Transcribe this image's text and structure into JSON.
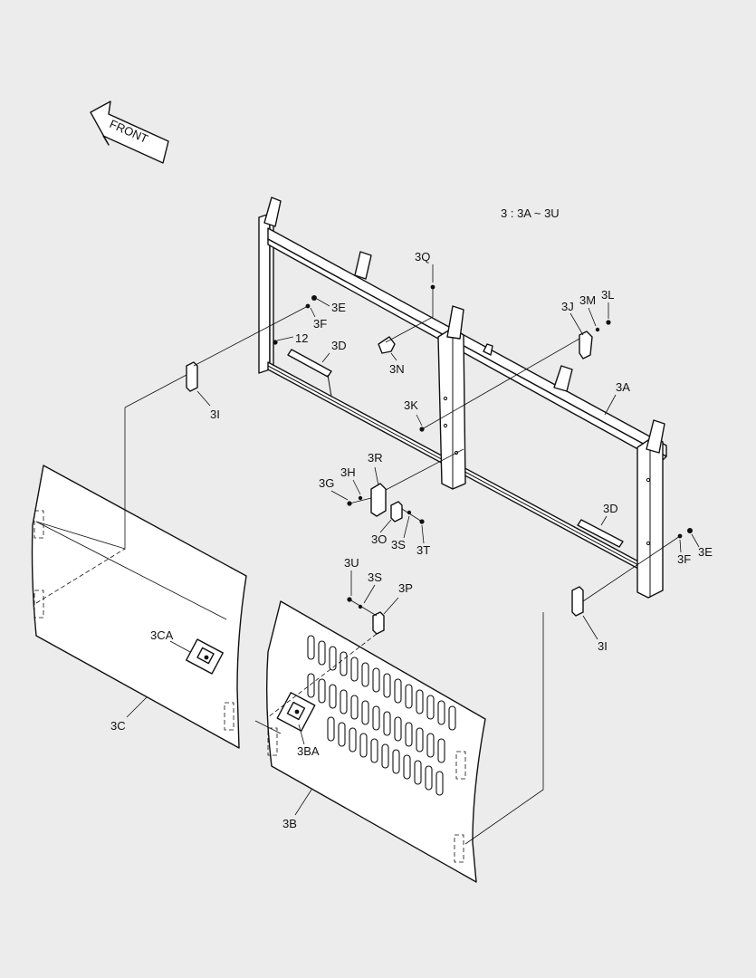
{
  "front_arrow": {
    "label": "FRONT"
  },
  "assembly_note": "3 : 3A ~ 3U",
  "labels": {
    "3A": "3A",
    "3B": "3B",
    "3BA": "3BA",
    "3C": "3C",
    "3CA": "3CA",
    "3D_top": "3D",
    "3D_bottom": "3D",
    "3E_top": "3E",
    "3E_right": "3E",
    "3F_top": "3F",
    "3F_right": "3F",
    "3G": "3G",
    "3H": "3H",
    "3I_left": "3I",
    "3I_right": "3I",
    "3J": "3J",
    "3K": "3K",
    "3L": "3L",
    "3M": "3M",
    "3N": "3N",
    "3O": "3O",
    "3P": "3P",
    "3Q": "3Q",
    "3R": "3R",
    "3S_upper": "3S",
    "3S_lower": "3S",
    "3T": "3T",
    "3U": "3U",
    "12": "12"
  },
  "icons": {
    "front_arrow": "arrow-left-icon"
  }
}
